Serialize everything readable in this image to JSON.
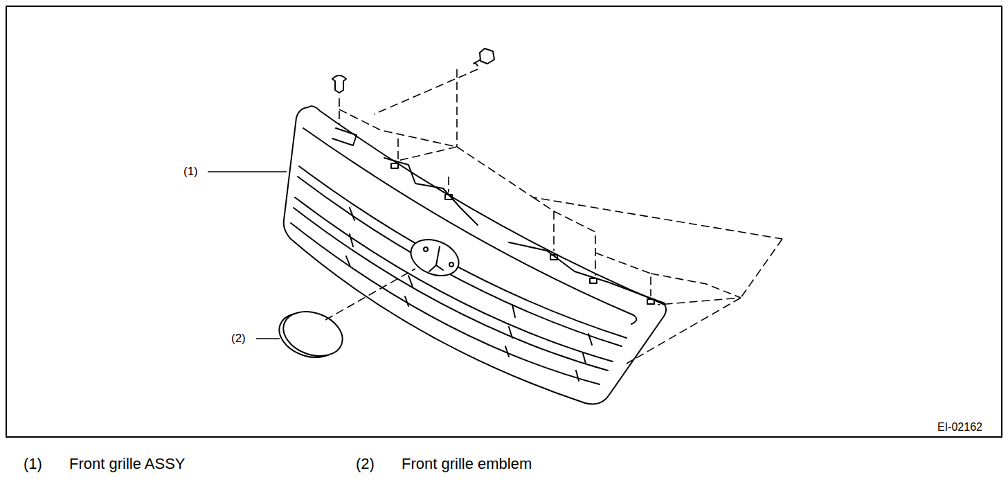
{
  "diagram": {
    "labels": [
      "(1)",
      "(2)",
      "EI-02162",
      "(1)",
      "Front grille ASSY",
      "(2)",
      "Front grille emblem"
    ]
  }
}
